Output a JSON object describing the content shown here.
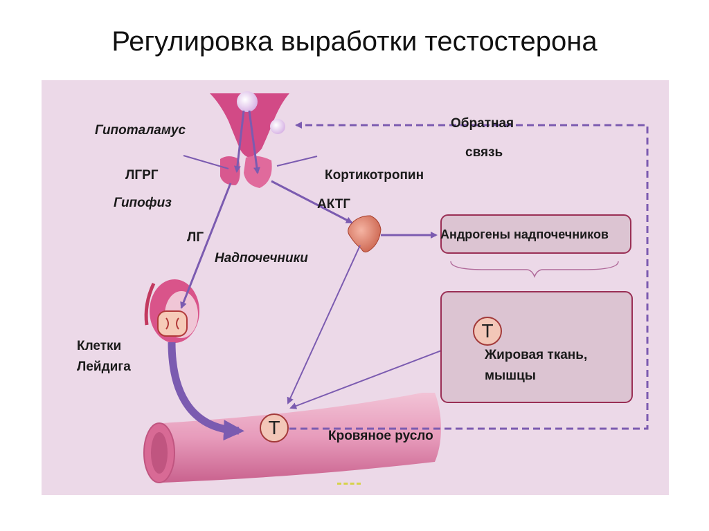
{
  "title": "Регулировка выработки тестостерона",
  "labels": {
    "hypothalamus": "Гипоталамус",
    "lhrh": "ЛГРГ",
    "pituitary": "Гипофиз",
    "lh": "ЛГ",
    "corticotropin": "Кортикотропин",
    "acth": "АКТГ",
    "adrenals": "Надпочечники",
    "leydig_line1": "Клетки",
    "leydig_line2": "Лейдига",
    "feedback_line1": "Обратная",
    "feedback_line2": "связь",
    "adrenal_androgens": "Андрогены надпочечников",
    "fat_line1": "Жировая ткань,",
    "fat_line2": "мышцы",
    "bloodstream": "Кровяное русло",
    "testosterone_symbol": "Т"
  },
  "colors": {
    "panel_bg": "#ecd9e8",
    "arrow_purple": "#7b5bb0",
    "box_fill": "#dcc4d2",
    "box_border": "#9a2f55",
    "organ_pink": "#d24a86",
    "vessel_pink": "#e9a3bf"
  }
}
